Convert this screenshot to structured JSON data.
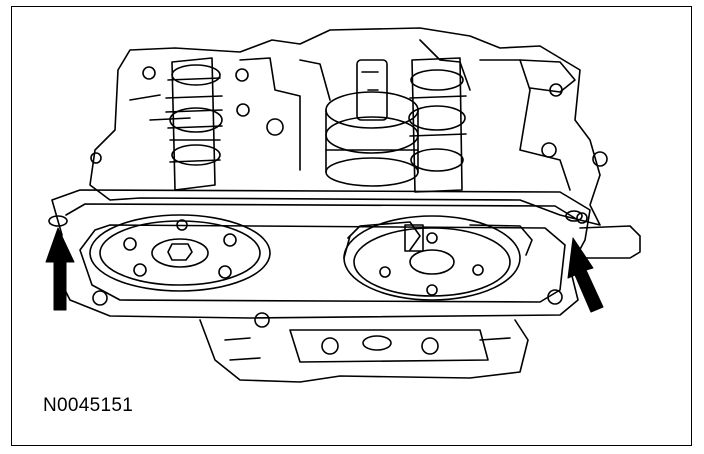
{
  "figure": {
    "id_label": "N0045151",
    "subject": "engine-timing-diagram",
    "colors": {
      "line": "#000000",
      "background": "#ffffff"
    },
    "callouts": [
      "left-arrow",
      "right-arrow"
    ]
  }
}
